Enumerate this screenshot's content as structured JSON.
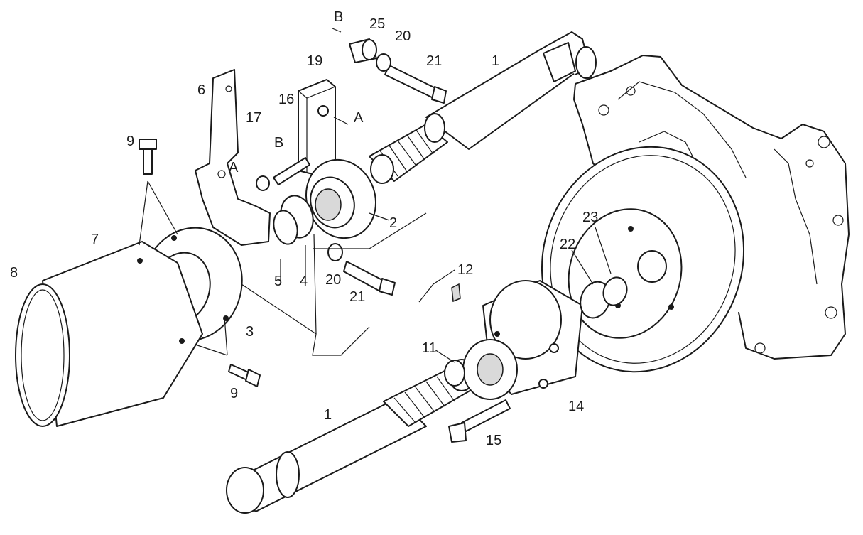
{
  "callouts": [
    {
      "id": "c1a",
      "text": "1"
    },
    {
      "id": "c1b",
      "text": "1"
    },
    {
      "id": "c2",
      "text": "2"
    },
    {
      "id": "c3",
      "text": "3"
    },
    {
      "id": "c4",
      "text": "4"
    },
    {
      "id": "c5",
      "text": "5"
    },
    {
      "id": "c6",
      "text": "6"
    },
    {
      "id": "c7",
      "text": "7"
    },
    {
      "id": "c8",
      "text": "8"
    },
    {
      "id": "c9a",
      "text": "9"
    },
    {
      "id": "c9b",
      "text": "9"
    },
    {
      "id": "c11",
      "text": "11"
    },
    {
      "id": "c12",
      "text": "12"
    },
    {
      "id": "c14",
      "text": "14"
    },
    {
      "id": "c15",
      "text": "15"
    },
    {
      "id": "c16",
      "text": "16"
    },
    {
      "id": "c17",
      "text": "17"
    },
    {
      "id": "c19",
      "text": "19"
    },
    {
      "id": "c20a",
      "text": "20"
    },
    {
      "id": "c20b",
      "text": "20"
    },
    {
      "id": "c21a",
      "text": "21"
    },
    {
      "id": "c21b",
      "text": "21"
    },
    {
      "id": "c22",
      "text": "22"
    },
    {
      "id": "c23",
      "text": "23"
    },
    {
      "id": "c25",
      "text": "25"
    }
  ],
  "reference_marks": [
    {
      "id": "refA1",
      "text": "A"
    },
    {
      "id": "refA2",
      "text": "A"
    },
    {
      "id": "refB1",
      "text": "B"
    },
    {
      "id": "refB2",
      "text": "B"
    }
  ]
}
